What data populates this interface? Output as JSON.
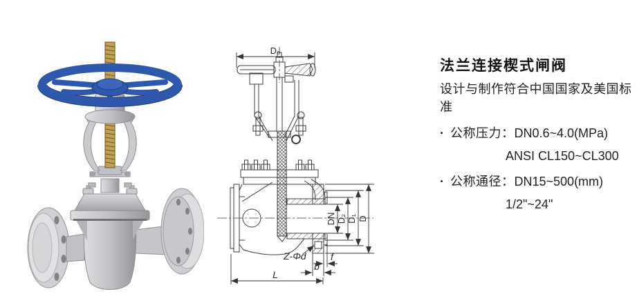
{
  "page": {
    "background": "#ffffff"
  },
  "photo": {
    "alt": "flanged wedge gate valve product photo",
    "colors": {
      "handwheel": "#2e58ab",
      "handwheel_dark": "#1c3a78",
      "stem_brass": "#c2a055",
      "metal": "#c6c8cb",
      "metal_dark": "#8f9194"
    }
  },
  "drawing": {
    "line_color": "#3c3c3c",
    "labels": {
      "d0": "D₀",
      "dn": "DN",
      "d2": "D₂",
      "d1": "D₁",
      "d": "D",
      "z_phi_d": "Z-Φd",
      "f": "f",
      "b": "b",
      "l": "L"
    }
  },
  "specs": {
    "title": "法兰连接楔式闸阀",
    "subtitle": "设计与制作符合中国国家及美国标准",
    "items": [
      {
        "bullet": "·",
        "label": "公称压力：",
        "value": "DN0.6~4.0(MPa)"
      },
      {
        "value": "ANSI CL150~CL300"
      },
      {
        "bullet": "·",
        "label": "公称通径：",
        "value": "DN15~500(mm)"
      },
      {
        "value": "1/2\"~24\""
      }
    ]
  }
}
